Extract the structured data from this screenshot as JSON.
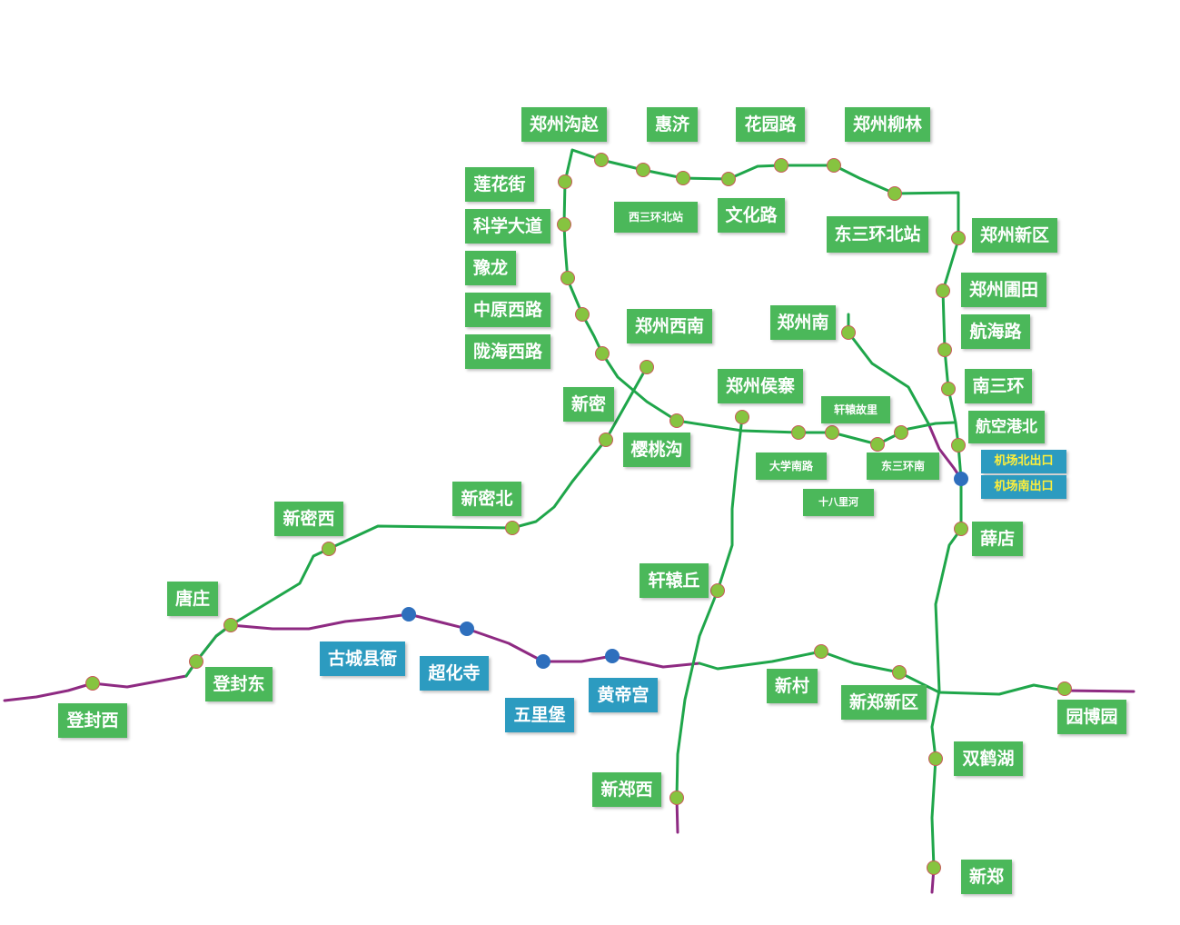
{
  "colors": {
    "green_line": "#1fa64a",
    "purple_line": "#8e2a82",
    "station_green": "#86c440",
    "station_blue": "#2e6fbd",
    "label_green": "#4bb85a",
    "label_blue": "#2c9bc0",
    "exit_text": "#ffef3a"
  },
  "stations": {
    "zhengzhou_gouzhao": "郑州沟赵",
    "huiji": "惠济",
    "huayuanlu": "花园路",
    "zhengzhou_liulin": "郑州柳林",
    "lianhuajie": "莲花街",
    "kexue_dadao": "科学大道",
    "yulong": "豫龙",
    "zhongyuan_xilu": "中原西路",
    "longhai_xilu": "陇海西路",
    "xisanhuan_bei": "西三环北站",
    "wenhualu": "文化路",
    "dongsanhuan_bei": "东三环北站",
    "zhengzhou_xinqu": "郑州新区",
    "zhengzhou_putian": "郑州圃田",
    "hanghailu": "航海路",
    "nansanhuan": "南三环",
    "hangkonggang_bei": "航空港北",
    "jichang_bei": "机场北出口",
    "jichang_nan": "机场南出口",
    "xuedian": "薛店",
    "zhengzhou_xinan": "郑州西南",
    "zhengzhou_nan": "郑州南",
    "zhengzhou_houzhai": "郑州侯寨",
    "xuanyuan_guli": "轩辕故里",
    "daxue_nanlu": "大学南路",
    "dongsanhuan_nan": "东三环南",
    "shibalihe": "十八里河",
    "xinmi": "新密",
    "yingtaogou": "樱桃沟",
    "xinmi_bei": "新密北",
    "xinmi_xi": "新密西",
    "tangzhuang": "唐庄",
    "dengfeng_xi": "登封西",
    "dengfeng_dong": "登封东",
    "gucheng_xianya": "古城县衙",
    "chaohuasi": "超化寺",
    "wulibao": "五里堡",
    "huangdigong": "黄帝宫",
    "xuanyuanqiu": "轩辕丘",
    "xincun": "新村",
    "xinzheng_xinqu": "新郑新区",
    "yuanboyuan": "园博园",
    "shuanghehu": "双鹤湖",
    "xinzheng_xi": "新郑西",
    "xinzheng": "新郑"
  }
}
